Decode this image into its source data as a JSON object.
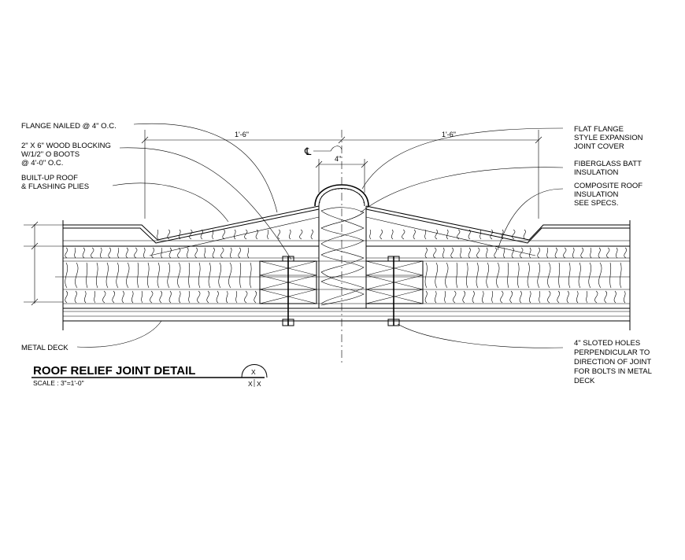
{
  "title": "ROOF RELIEF JOINT DETAIL",
  "scale": "SCALE : 3\"=1'-0\"",
  "section_marker": {
    "top": "X",
    "bottom_left": "X",
    "bottom_right": "X"
  },
  "centerline_symbol": "℄",
  "dimensions": {
    "left": "1'-6\"",
    "right": "1'-6\"",
    "joint_width": "4\""
  },
  "labels_left": {
    "flange_nailed": "FLANGE NAILED @ 4\" O.C.",
    "wood_blocking": [
      "2\" X 6\" WOOD BLOCKING",
      "W/1/2\" O BOOTS",
      "@ 4'-0\" O.C."
    ],
    "built_up_roof": [
      "BUILT-UP ROOF",
      "& FLASHING PLIES"
    ],
    "metal_deck": "METAL DECK"
  },
  "labels_right": {
    "flat_flange": [
      "FLAT FLANGE",
      "STYLE EXPANSION",
      "JOINT COVER"
    ],
    "fiberglass": [
      "FIBERGLASS BATT",
      "INSULATION"
    ],
    "composite": [
      "COMPOSITE ROOF",
      "INSULATION",
      "SEE SPECS."
    ],
    "sloted_holes": [
      "4\" SLOTED HOLES",
      "PERPENDICULAR TO",
      "DIRECTION OF JOINT",
      "FOR BOLTS IN METAL",
      "DECK"
    ]
  }
}
